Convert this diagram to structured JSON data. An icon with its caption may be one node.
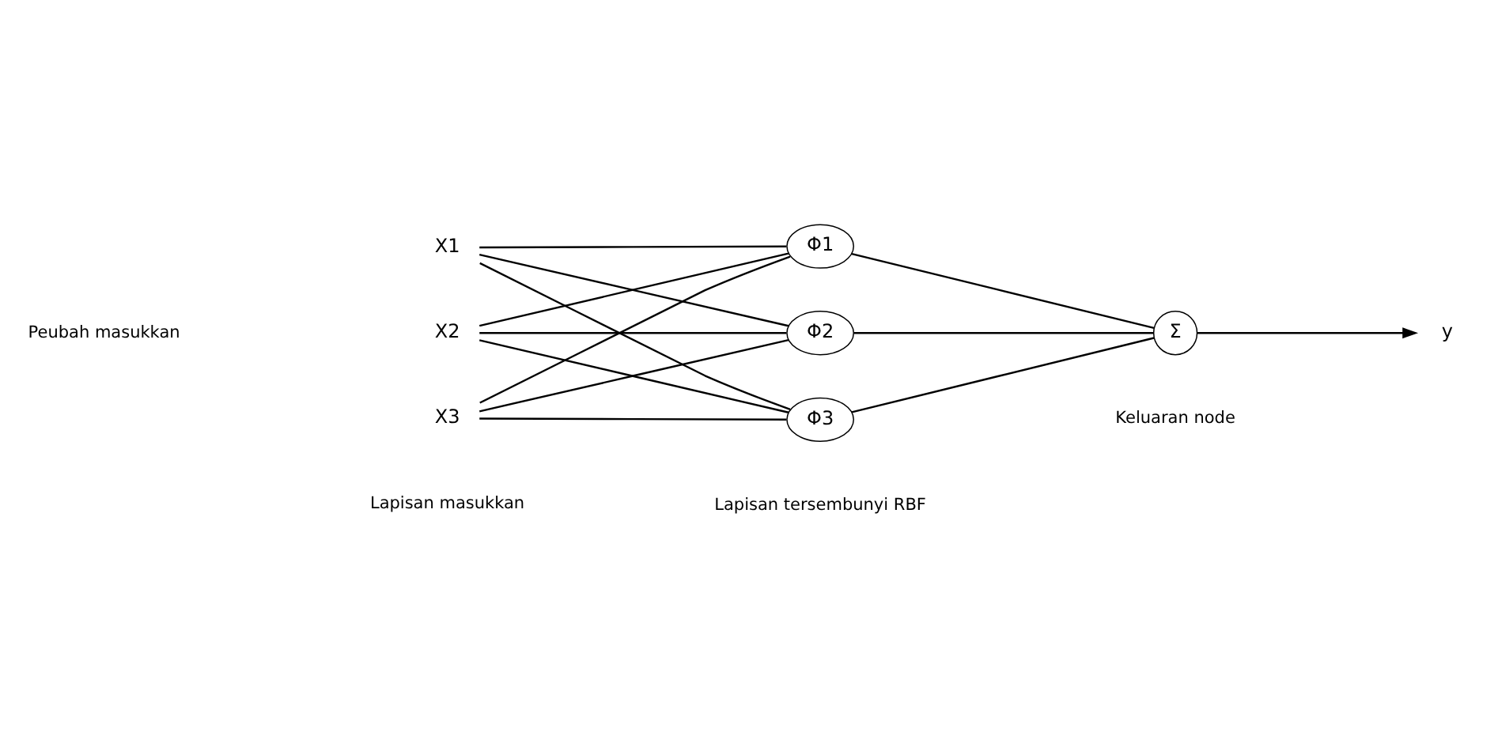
{
  "diagram": {
    "nodes": [
      {
        "text": [
          "X1"
        ]
      },
      {
        "text": [
          "X2"
        ]
      },
      {
        "text": [
          "X3"
        ]
      },
      {
        "text": [
          "Φ1"
        ]
      },
      {
        "text": [
          "Φ2"
        ]
      },
      {
        "text": [
          "Φ3"
        ]
      },
      {
        "text": [
          "Σ"
        ]
      },
      {
        "text": [
          "y"
        ]
      }
    ],
    "edges": [
      {
        "from": 0,
        "to": 3,
        "arrow": "none"
      },
      {
        "from": 0,
        "to": 4,
        "arrow": "none"
      },
      {
        "from": 0,
        "to": 5,
        "arrow": "none"
      },
      {
        "from": 1,
        "to": 3,
        "arrow": "none"
      },
      {
        "from": 1,
        "to": 4,
        "arrow": "none"
      },
      {
        "from": 1,
        "to": 5,
        "arrow": "none"
      },
      {
        "from": 2,
        "to": 3,
        "arrow": "none"
      },
      {
        "from": 2,
        "to": 4,
        "arrow": "none"
      },
      {
        "from": 2,
        "to": 5,
        "arrow": "none"
      },
      {
        "from": 3,
        "to": 6,
        "arrow": "none"
      },
      {
        "from": 4,
        "to": 6,
        "arrow": "none"
      },
      {
        "from": 5,
        "to": 6,
        "arrow": "none"
      },
      {
        "from": 6,
        "to": 7,
        "arrow": "to"
      }
    ],
    "labels": [
      "Peubah masukkan",
      "Lapisan masukkan",
      "Lapisan tersembunyi RBF",
      "Keluaran node"
    ]
  }
}
